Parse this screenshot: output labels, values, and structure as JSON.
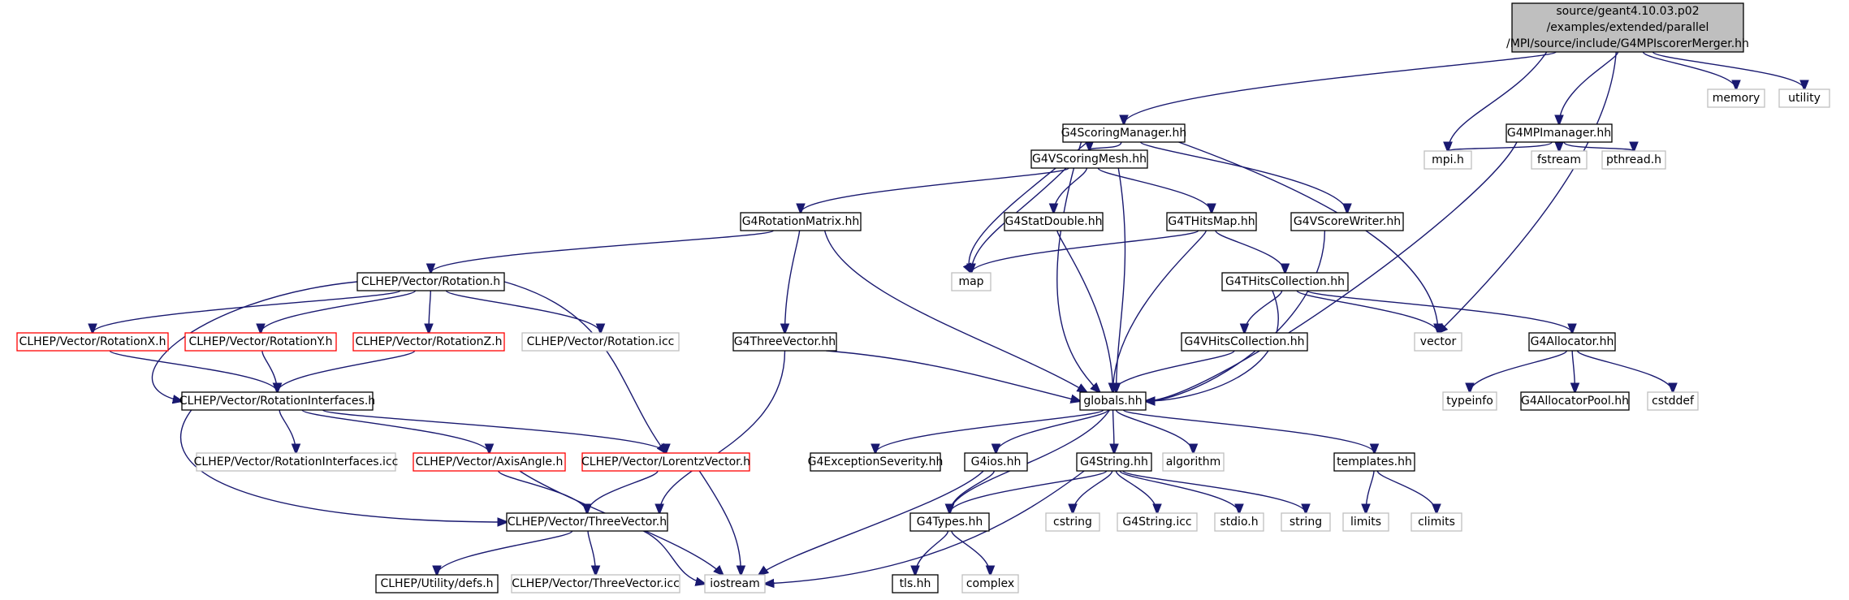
{
  "colors": {
    "edge": "#191970",
    "root_fill": "#bfbfbf",
    "normal_border": "#000000",
    "red_border": "#ff0000",
    "gray_border": "#bfbfbf"
  },
  "nodes": [
    {
      "id": "root",
      "lines": [
        "source/geant4.10.03.p02",
        "/examples/extended/parallel",
        "/MPI/source/include/G4MPIscorerMerger.hh"
      ],
      "style": "root"
    },
    {
      "id": "scoringmanager",
      "lines": [
        "G4ScoringManager.hh"
      ],
      "style": "normal"
    },
    {
      "id": "mpimanager",
      "lines": [
        "G4MPImanager.hh"
      ],
      "style": "normal"
    },
    {
      "id": "memory",
      "lines": [
        "memory"
      ],
      "style": "gray"
    },
    {
      "id": "utility",
      "lines": [
        "utility"
      ],
      "style": "gray"
    },
    {
      "id": "mpih",
      "lines": [
        "mpi.h"
      ],
      "style": "gray"
    },
    {
      "id": "fstream",
      "lines": [
        "fstream"
      ],
      "style": "gray"
    },
    {
      "id": "pthread",
      "lines": [
        "pthread.h"
      ],
      "style": "gray"
    },
    {
      "id": "vscoringmesh",
      "lines": [
        "G4VScoringMesh.hh"
      ],
      "style": "normal"
    },
    {
      "id": "rotationmatrix",
      "lines": [
        "G4RotationMatrix.hh"
      ],
      "style": "normal"
    },
    {
      "id": "statdouble",
      "lines": [
        "G4StatDouble.hh"
      ],
      "style": "normal"
    },
    {
      "id": "thitsmap",
      "lines": [
        "G4THitsMap.hh"
      ],
      "style": "normal"
    },
    {
      "id": "vscorewriter",
      "lines": [
        "G4VScoreWriter.hh"
      ],
      "style": "normal"
    },
    {
      "id": "map",
      "lines": [
        "map"
      ],
      "style": "gray"
    },
    {
      "id": "rotation",
      "lines": [
        "CLHEP/Vector/Rotation.h"
      ],
      "style": "normal"
    },
    {
      "id": "thitscollection",
      "lines": [
        "G4THitsCollection.hh"
      ],
      "style": "normal"
    },
    {
      "id": "rotx",
      "lines": [
        "CLHEP/Vector/RotationX.h"
      ],
      "style": "red"
    },
    {
      "id": "roty",
      "lines": [
        "CLHEP/Vector/RotationY.h"
      ],
      "style": "red"
    },
    {
      "id": "rotz",
      "lines": [
        "CLHEP/Vector/RotationZ.h"
      ],
      "style": "red"
    },
    {
      "id": "rotationicc",
      "lines": [
        "CLHEP/Vector/Rotation.icc"
      ],
      "style": "gray"
    },
    {
      "id": "threevectorhh",
      "lines": [
        "G4ThreeVector.hh"
      ],
      "style": "normal"
    },
    {
      "id": "vhitscollection",
      "lines": [
        "G4VHitsCollection.hh"
      ],
      "style": "normal"
    },
    {
      "id": "vector",
      "lines": [
        "vector"
      ],
      "style": "gray"
    },
    {
      "id": "allocator",
      "lines": [
        "G4Allocator.hh"
      ],
      "style": "normal"
    },
    {
      "id": "rotinterfaces",
      "lines": [
        "CLHEP/Vector/RotationInterfaces.h"
      ],
      "style": "normal"
    },
    {
      "id": "globals",
      "lines": [
        "globals.hh"
      ],
      "style": "normal"
    },
    {
      "id": "typeinfo",
      "lines": [
        "typeinfo"
      ],
      "style": "gray"
    },
    {
      "id": "allocatorpool",
      "lines": [
        "G4AllocatorPool.hh"
      ],
      "style": "normal"
    },
    {
      "id": "cstddef",
      "lines": [
        "cstddef"
      ],
      "style": "gray"
    },
    {
      "id": "rotinterfacesicc",
      "lines": [
        "CLHEP/Vector/RotationInterfaces.icc"
      ],
      "style": "gray"
    },
    {
      "id": "axisangle",
      "lines": [
        "CLHEP/Vector/AxisAngle.h"
      ],
      "style": "red"
    },
    {
      "id": "lorentz",
      "lines": [
        "CLHEP/Vector/LorentzVector.h"
      ],
      "style": "red"
    },
    {
      "id": "exceptionseverity",
      "lines": [
        "G4ExceptionSeverity.hh"
      ],
      "style": "normal"
    },
    {
      "id": "g4ios",
      "lines": [
        "G4ios.hh"
      ],
      "style": "normal"
    },
    {
      "id": "g4string",
      "lines": [
        "G4String.hh"
      ],
      "style": "normal"
    },
    {
      "id": "algorithm",
      "lines": [
        "algorithm"
      ],
      "style": "gray"
    },
    {
      "id": "templates",
      "lines": [
        "templates.hh"
      ],
      "style": "normal"
    },
    {
      "id": "threevector",
      "lines": [
        "CLHEP/Vector/ThreeVector.h"
      ],
      "style": "normal"
    },
    {
      "id": "g4types",
      "lines": [
        "G4Types.hh"
      ],
      "style": "normal"
    },
    {
      "id": "cstring",
      "lines": [
        "cstring"
      ],
      "style": "gray"
    },
    {
      "id": "g4stringicc",
      "lines": [
        "G4String.icc"
      ],
      "style": "gray"
    },
    {
      "id": "stdio",
      "lines": [
        "stdio.h"
      ],
      "style": "gray"
    },
    {
      "id": "string",
      "lines": [
        "string"
      ],
      "style": "gray"
    },
    {
      "id": "limits",
      "lines": [
        "limits"
      ],
      "style": "gray"
    },
    {
      "id": "climits",
      "lines": [
        "climits"
      ],
      "style": "gray"
    },
    {
      "id": "defs",
      "lines": [
        "CLHEP/Utility/defs.h"
      ],
      "style": "normal"
    },
    {
      "id": "threevectoricc",
      "lines": [
        "CLHEP/Vector/ThreeVector.icc"
      ],
      "style": "gray"
    },
    {
      "id": "iostream",
      "lines": [
        "iostream"
      ],
      "style": "gray"
    },
    {
      "id": "tls",
      "lines": [
        "tls.hh"
      ],
      "style": "normal"
    },
    {
      "id": "complex",
      "lines": [
        "complex"
      ],
      "style": "gray"
    }
  ],
  "edges": [
    [
      "root",
      "scoringmanager"
    ],
    [
      "root",
      "mpimanager"
    ],
    [
      "root",
      "memory"
    ],
    [
      "root",
      "utility"
    ],
    [
      "root",
      "mpih"
    ],
    [
      "root",
      "vector"
    ],
    [
      "scoringmanager",
      "vscoringmesh"
    ],
    [
      "scoringmanager",
      "map"
    ],
    [
      "scoringmanager",
      "vscorewriter"
    ],
    [
      "scoringmanager",
      "vector"
    ],
    [
      "scoringmanager",
      "globals"
    ],
    [
      "mpimanager",
      "mpih"
    ],
    [
      "mpimanager",
      "fstream"
    ],
    [
      "mpimanager",
      "pthread"
    ],
    [
      "mpimanager",
      "globals"
    ],
    [
      "vscoringmesh",
      "rotationmatrix"
    ],
    [
      "vscoringmesh",
      "map"
    ],
    [
      "vscoringmesh",
      "statdouble"
    ],
    [
      "vscoringmesh",
      "thitsmap"
    ],
    [
      "vscoringmesh",
      "globals"
    ],
    [
      "rotationmatrix",
      "rotation"
    ],
    [
      "rotationmatrix",
      "threevectorhh"
    ],
    [
      "rotationmatrix",
      "globals"
    ],
    [
      "statdouble",
      "globals"
    ],
    [
      "thitsmap",
      "map"
    ],
    [
      "thitsmap",
      "thitscollection"
    ],
    [
      "thitsmap",
      "globals"
    ],
    [
      "vscorewriter",
      "globals"
    ],
    [
      "thitscollection",
      "vhitscollection"
    ],
    [
      "thitscollection",
      "vector"
    ],
    [
      "thitscollection",
      "allocator"
    ],
    [
      "thitscollection",
      "globals"
    ],
    [
      "vhitscollection",
      "globals"
    ],
    [
      "allocator",
      "typeinfo"
    ],
    [
      "allocator",
      "allocatorpool"
    ],
    [
      "allocator",
      "cstddef"
    ],
    [
      "rotation",
      "rotx"
    ],
    [
      "rotation",
      "roty"
    ],
    [
      "rotation",
      "rotz"
    ],
    [
      "rotation",
      "rotationicc"
    ],
    [
      "rotation",
      "rotinterfaces"
    ],
    [
      "rotation",
      "lorentz"
    ],
    [
      "rotx",
      "rotinterfaces"
    ],
    [
      "roty",
      "rotinterfaces"
    ],
    [
      "rotz",
      "rotinterfaces"
    ],
    [
      "threevectorhh",
      "threevector"
    ],
    [
      "threevectorhh",
      "globals"
    ],
    [
      "rotinterfaces",
      "rotinterfacesicc"
    ],
    [
      "rotinterfaces",
      "axisangle"
    ],
    [
      "rotinterfaces",
      "lorentz"
    ],
    [
      "rotinterfaces",
      "threevector"
    ],
    [
      "axisangle",
      "threevector"
    ],
    [
      "axisangle",
      "iostream"
    ],
    [
      "lorentz",
      "threevector"
    ],
    [
      "lorentz",
      "iostream"
    ],
    [
      "globals",
      "exceptionseverity"
    ],
    [
      "globals",
      "g4ios"
    ],
    [
      "globals",
      "g4string"
    ],
    [
      "globals",
      "algorithm"
    ],
    [
      "globals",
      "templates"
    ],
    [
      "globals",
      "g4types"
    ],
    [
      "g4ios",
      "g4types"
    ],
    [
      "g4ios",
      "iostream"
    ],
    [
      "g4string",
      "g4types"
    ],
    [
      "g4string",
      "cstring"
    ],
    [
      "g4string",
      "g4stringicc"
    ],
    [
      "g4string",
      "stdio"
    ],
    [
      "g4string",
      "string"
    ],
    [
      "g4string",
      "iostream"
    ],
    [
      "templates",
      "limits"
    ],
    [
      "templates",
      "climits"
    ],
    [
      "threevector",
      "defs"
    ],
    [
      "threevector",
      "threevectoricc"
    ],
    [
      "threevector",
      "iostream"
    ],
    [
      "g4types",
      "tls"
    ],
    [
      "g4types",
      "complex"
    ]
  ]
}
